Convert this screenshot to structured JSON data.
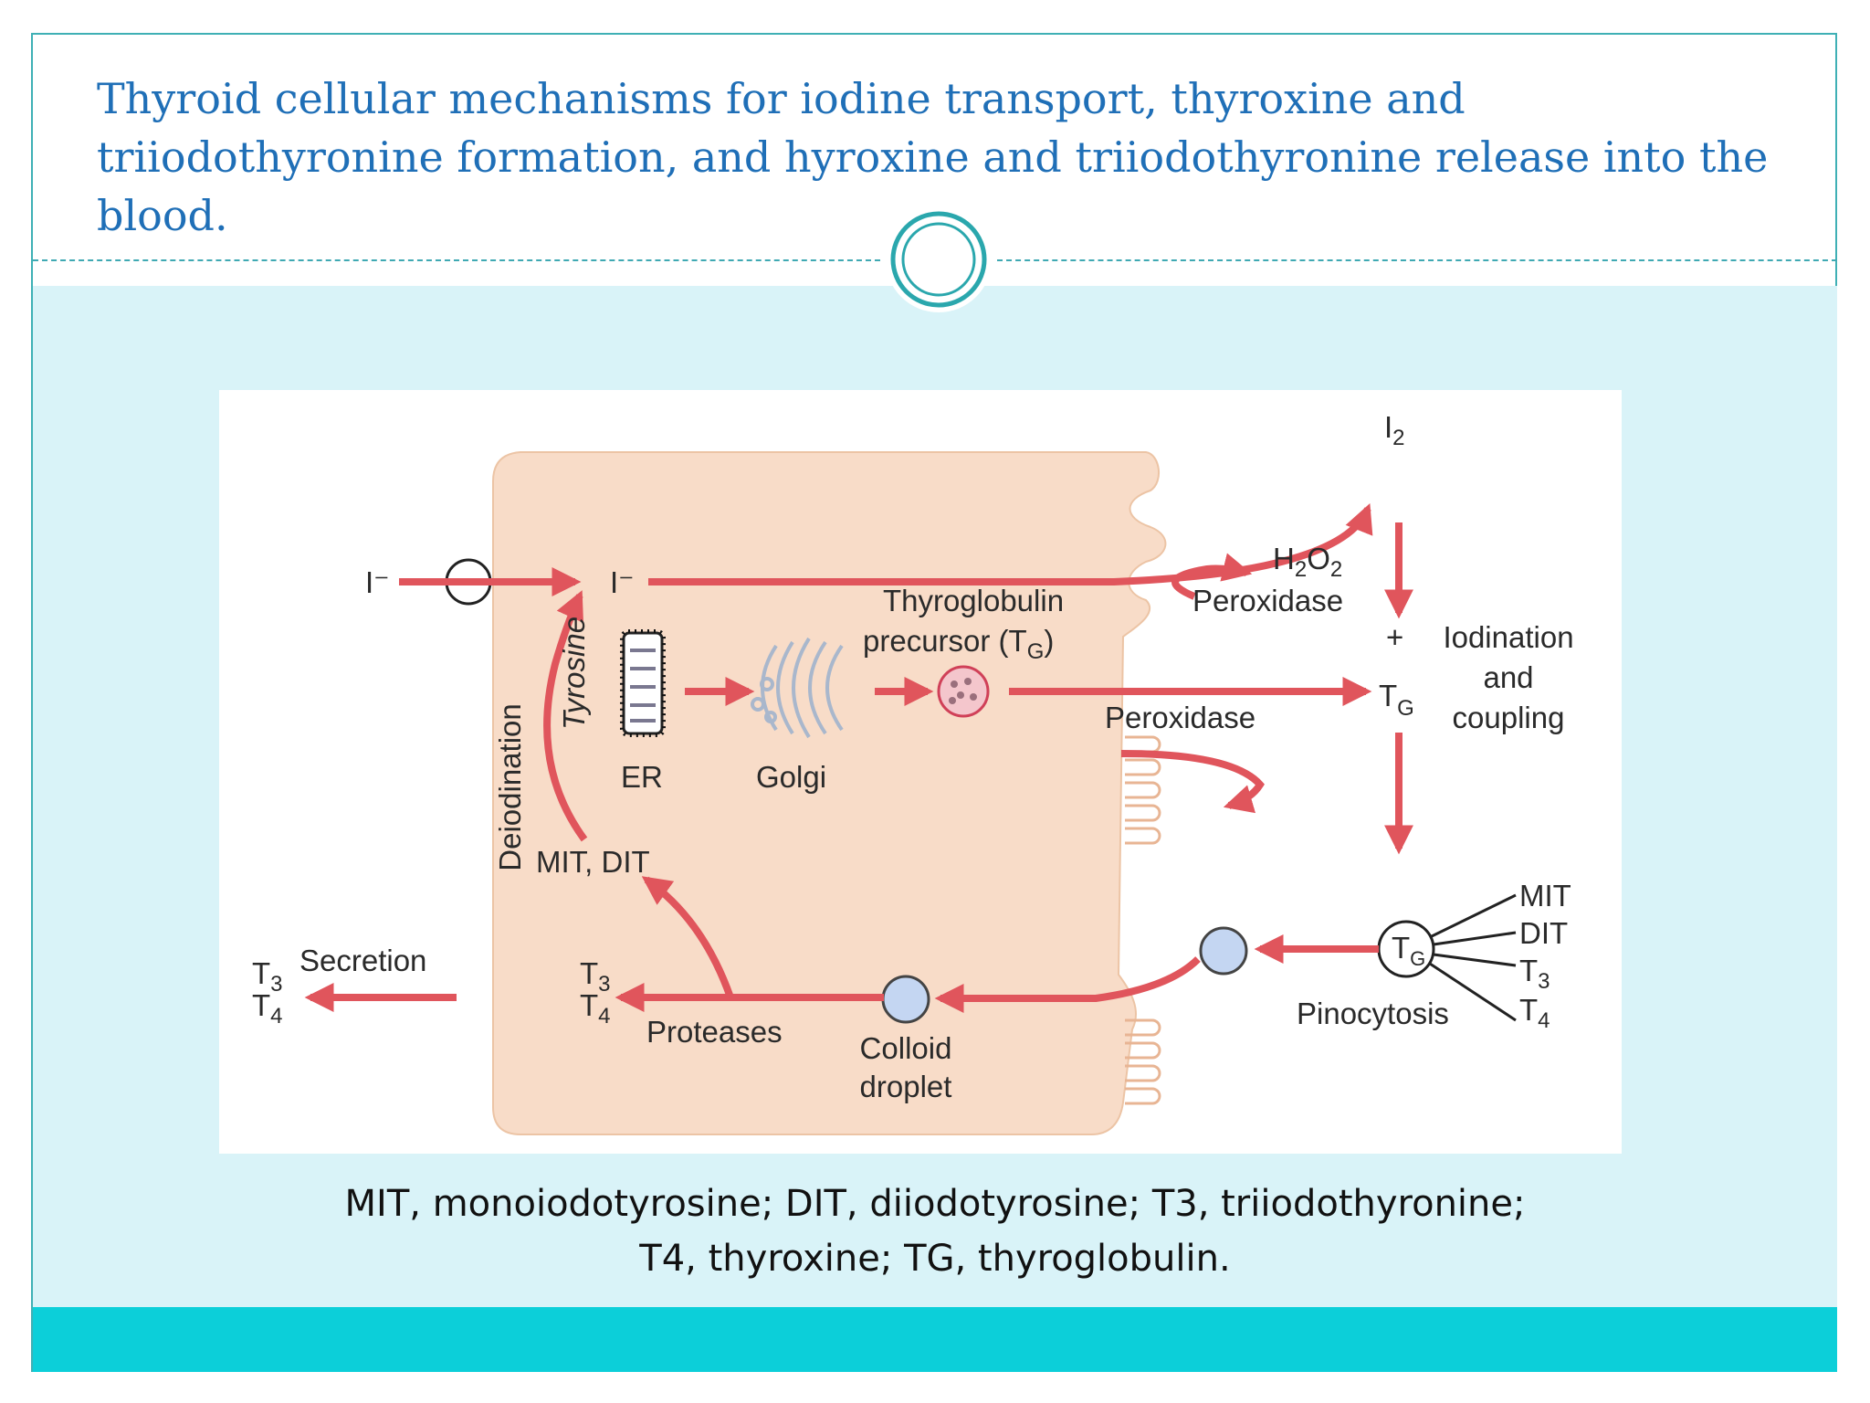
{
  "title": "Thyroid cellular mechanisms for iodine transport, thyroxine and triiodothyronine formation, and  hyroxine and triiodothyronine release into the blood.",
  "caption": {
    "line1": "MIT, monoiodotyrosine; DIT, diiodotyrosine; T3, triiodothyronine;",
    "line2": "T4, thyroxine; TG, thyroglobulin."
  },
  "colors": {
    "title": "#1f6fb7",
    "frame": "#3fb0b5",
    "content_band": "#d9f3f8",
    "bottom_band": "#0ccfd9",
    "cell": "#f8dcc8",
    "arrow": "#e0555c"
  },
  "diagram": {
    "iodide_blood": "I⁻",
    "iodide_cell": "I⁻",
    "deiodination": "Deiodination",
    "tyrosine": "Tyrosine",
    "er": "ER",
    "golgi": "Golgi",
    "thyroglobulin_line1": "Thyroglobulin",
    "thyroglobulin_line2_prefix": "precursor (T",
    "thyroglobulin_line2_sub": "G",
    "thyroglobulin_line2_suffix": ")",
    "i2": "I",
    "i2_sub": "2",
    "h2o2_h": "H",
    "h2o2_sub1": "2",
    "h2o2_o": "O",
    "h2o2_sub2": "2",
    "peroxidase_top": "Peroxidase",
    "plus": "+",
    "iodination_line1": "Iodination",
    "iodination_line2": "and",
    "iodination_line3": "coupling",
    "tg": "T",
    "tg_sub": "G",
    "peroxidase_mid": "Peroxidase",
    "mit_dit": "MIT, DIT",
    "secretion": "Secretion",
    "t3_out": "T",
    "t3_out_sub": "3",
    "t4_out": "T",
    "t4_out_sub": "4",
    "t3_in": "T",
    "t3_in_sub": "3",
    "t4_in": "T",
    "t4_in_sub": "4",
    "proteases": "Proteases",
    "colloid_line1": "Colloid",
    "colloid_line2": "droplet",
    "pinocytosis": "Pinocytosis",
    "tg_colloid": "T",
    "tg_colloid_sub": "G",
    "mit": "MIT",
    "dit": "DIT",
    "t3_right": "T",
    "t3_right_sub": "3",
    "t4_right": "T",
    "t4_right_sub": "4"
  }
}
